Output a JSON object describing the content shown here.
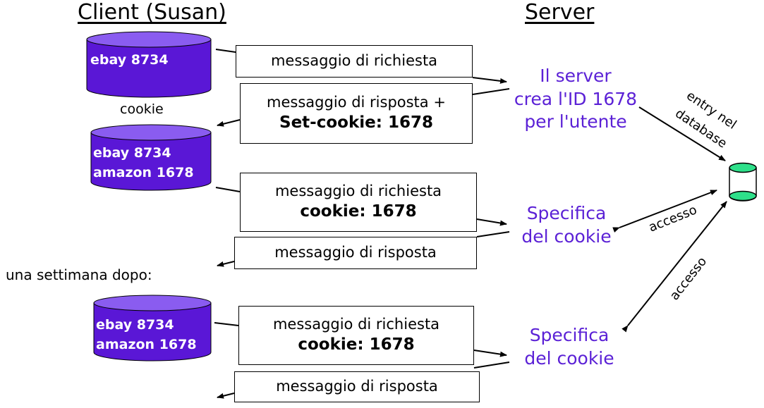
{
  "headers": {
    "client": "Client (Susan)",
    "server": "Server"
  },
  "client": {
    "cylinders": [
      {
        "lines": [
          "ebay 8734"
        ]
      },
      {
        "lines": [
          "ebay 8734",
          "amazon 1678"
        ]
      },
      {
        "lines": [
          "ebay 8734",
          "amazon 1678"
        ]
      }
    ],
    "cookie_label": "cookie",
    "later_label": "una settimana dopo:"
  },
  "messages": {
    "m1": {
      "line1": "messaggio di richiesta"
    },
    "m2": {
      "line1": "messaggio di risposta +",
      "line2": "Set-cookie: 1678"
    },
    "m3": {
      "line1": "messaggio di richiesta",
      "line2": "cookie: 1678"
    },
    "m4": {
      "line1": "messaggio di risposta"
    },
    "m5": {
      "line1": "messaggio di richiesta",
      "line2": "cookie: 1678"
    },
    "m6": {
      "line1": "messaggio di risposta"
    }
  },
  "server_actions": {
    "a1": [
      "Il server",
      "crea l'ID 1678",
      "per l'utente"
    ],
    "a2": [
      "Specifica",
      "del cookie"
    ],
    "a3": [
      "Specifica",
      "del cookie"
    ]
  },
  "database": {
    "entry_label_1": "entry nel",
    "entry_label_2": "database",
    "access_1": "accesso",
    "access_2": "accesso"
  },
  "colors": {
    "cylinder": "#5a17d6",
    "server_text": "#5b21d6",
    "db": "#2ee08a"
  }
}
